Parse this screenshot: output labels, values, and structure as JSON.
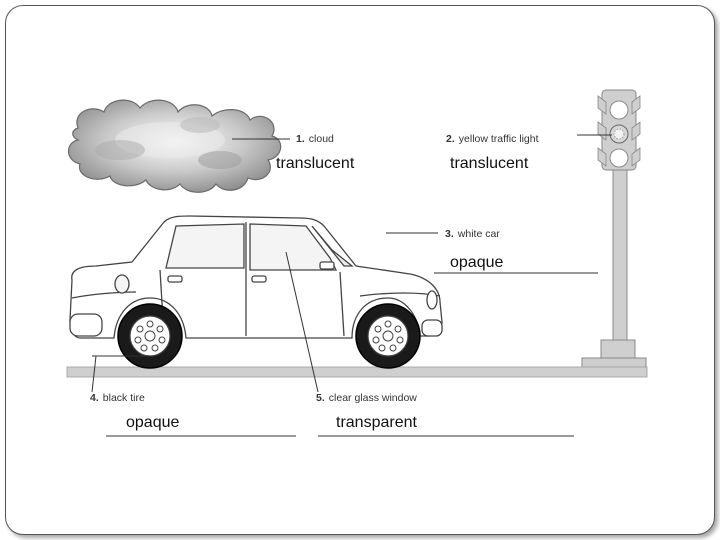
{
  "labels": [
    {
      "number": "1.",
      "text": "cloud"
    },
    {
      "number": "2.",
      "text": "yellow traffic light"
    },
    {
      "number": "3.",
      "text": "white car"
    },
    {
      "number": "4.",
      "text": "black tire"
    },
    {
      "number": "5.",
      "text": "clear glass window"
    }
  ],
  "answers": {
    "cloud": "translucent",
    "traffic_light": "translucent",
    "car": "opaque",
    "tire": "opaque",
    "window": "transparent"
  }
}
